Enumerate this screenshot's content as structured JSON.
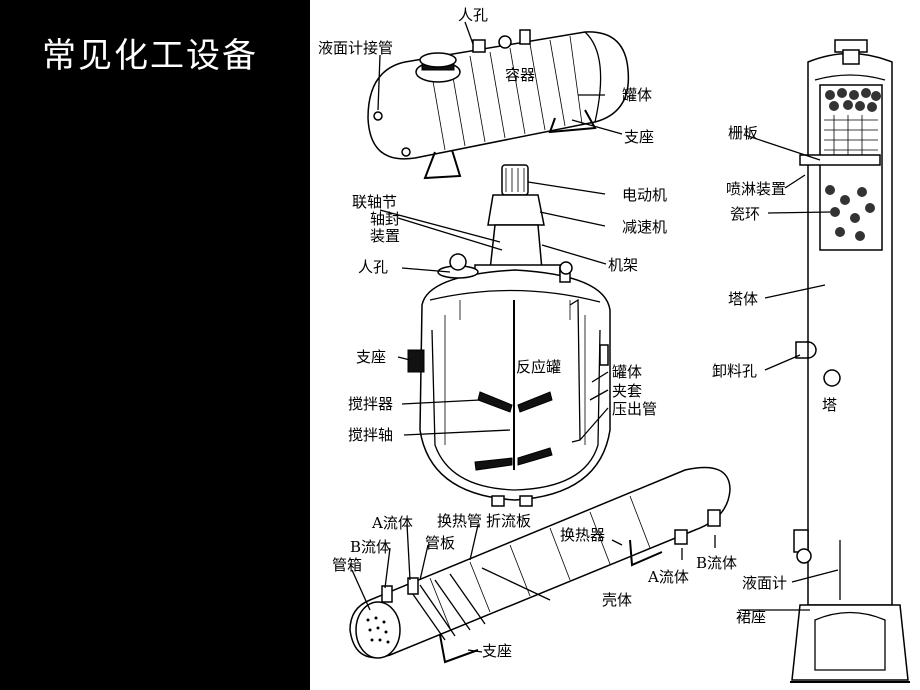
{
  "slide": {
    "title": "常见化工设备"
  },
  "labels": {
    "vessel_manhole": "人孔",
    "level_gauge_pipe": "液面计接管",
    "vessel_name": "容器",
    "vessel_tank": "罐体",
    "vessel_support": "支座",
    "motor": "电动机",
    "coupling": "联轴节",
    "shaft_seal_1": "轴封",
    "shaft_seal_2": "装置",
    "reducer": "减速机",
    "reactor_manhole": "人孔",
    "frame": "机架",
    "reactor_support": "支座",
    "reactor_name": "反应罐",
    "reactor_tank": "罐体",
    "jacket": "夹套",
    "press_pipe": "压出管",
    "agitator": "搅拌器",
    "agitator_shaft": "搅拌轴",
    "fluid_a_left": "A流体",
    "tube_heat": "换热管",
    "baffle": "折流板",
    "fluid_b_left": "B流体",
    "tube_plate": "管板",
    "tube_box": "管箱",
    "exchanger_name": "换热器",
    "fluid_b_right": "B流体",
    "fluid_a_right": "A流体",
    "shell": "壳体",
    "exchanger_support": "支座",
    "grid_plate": "栅板",
    "spray": "喷淋装置",
    "ceramic_ring": "瓷环",
    "tower_body": "塔体",
    "discharge": "卸料孔",
    "tower_name": "塔",
    "level_gauge": "液面计",
    "skirt": "裙座"
  }
}
